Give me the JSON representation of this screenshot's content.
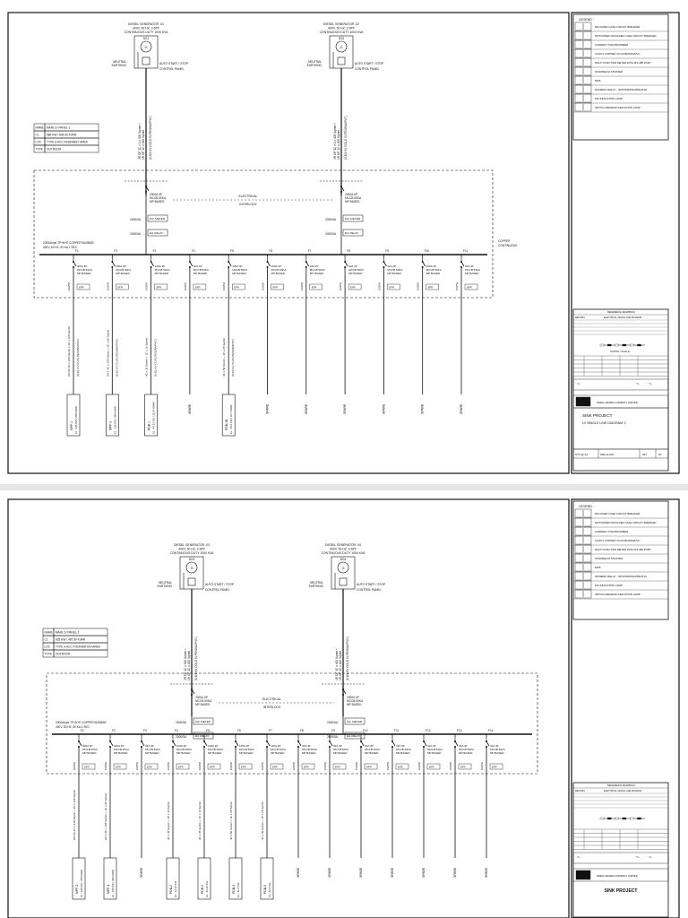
{
  "sheet1": {
    "gen1": {
      "tag": "DG1",
      "title": "DIESEL GENERATOR -01",
      "spec1": "400V, 50 HZ, 3-6PF",
      "spec2": "CONTINUOUS DUTY 1000 KVA",
      "neutral": "NEUTRAL",
      "earthing": "EARTHING",
      "ctrl1": "AUTO START / STOP",
      "ctrl2": "CONTROL PANEL",
      "cable1": "4R OF 1C x 1 x 400 Sqmm +",
      "cable2": "1R OF 1C x 400 Sqmm",
      "cable3": "(0.6/1 KV COLD XLPE/SWA/PVC)"
    },
    "gen2": {
      "tag": "DG2",
      "title": "DIESEL GENERATOR -02",
      "spec1": "400V, 50 HZ, 3-6PF",
      "spec2": "CONTINUOUS DUTY 1000 KVA",
      "neutral": "NEUTRAL",
      "earthing": "EARTHING",
      "ctrl1": "AUTO START / STOP",
      "ctrl2": "CONTROL PANEL",
      "cable1": "4R OF 1C x 1 x 400 Sqmm +",
      "cable2": "1R OF 1C x 400 Sqmm",
      "cable3": "(0.6/1 KV COLD XLPE/SWA/PVC)"
    },
    "info": [
      [
        "NAME",
        "MAIN LV PANEL-1"
      ],
      [
        "CL",
        "586 KW / 806.50 KVAR"
      ],
      [
        "LOC",
        "TYPE & ACC ASSEMBLY AREA"
      ],
      [
        "TYPE",
        "OUTDOOR"
      ]
    ],
    "incomer": "2000A 4P MCCB 50KA MP BASED",
    "interlock1": "ELECTRICAL",
    "interlock2": "INTERLOCK",
    "ct": "2000/5A",
    "meter": "M.F METER",
    "relay": "E/L RELAY",
    "busbar1": "2000Amps TP+N+E COPPER BUSBAR",
    "busbar2": "400V, 50 HZ, 50 KA 1 SEC",
    "busbar_right1": "COPPER",
    "busbar_right2": "CONTINUOUS",
    "feeders": [
      {
        "id": "F1",
        "rating": "400A 4P",
        "mccb": "MCCB 50KA",
        "mp": "MP BASED",
        "cable": "2R OF 4C x 240 Sqmm + 1C x 120 Sqmm",
        "cable_spec": "(0.6/1 KV CU/XLPE/SWA/PVC)",
        "load": "MPP-1",
        "load2": "CL : 345 KW / 258 KVAR"
      },
      {
        "id": "F2",
        "rating": "400A 4P",
        "mccb": "MCCB 50KA",
        "mp": "MP BASED",
        "cable": "2R X 4C x 185 Sqmm + 1C x 95 Sqmm",
        "cable_spec": "(0.6/1 KV CU/XLPE/SWA/PVC)",
        "load": "MPP-2",
        "load2": "CL : 240 KW / 180 KVAR"
      },
      {
        "id": "F3",
        "rating": "100A 4P",
        "mccb": "MCCB 50KA",
        "mp": "MP BASED",
        "cable": "4C x 35 Sqmm + 1C x 16 Sqmm",
        "cable_spec": "(0.6/1 KV CU/XLPE/SWA/PVC)",
        "load": "PDB-1",
        "load2": "CL : 44.32 KW / 31.97 KVAR"
      },
      {
        "id": "F4",
        "rating": "40A 4P",
        "mccb": "MCCB 50KA",
        "mp": "MP BASED",
        "cable": "",
        "cable_spec": "",
        "load": "SPARE",
        "load2": ""
      },
      {
        "id": "F5",
        "rating": "125A 4P",
        "mccb": "MCCB 50KA",
        "mp": "MP BASED",
        "cable": "4C x 50 Sqmm + 1C x 25 Sqmm",
        "cable_spec": "(0.6/1 KV CU/XLPE/SWA/PVC)",
        "load": "PDB-1B",
        "load2": "CL : 56.6 KW / 41.7 KVAR"
      },
      {
        "id": "F6",
        "rating": "160A 4P",
        "mccb": "MCCB 50KA",
        "mp": "MP BASED",
        "cable": "",
        "cable_spec": "",
        "load": "SPARE",
        "load2": ""
      },
      {
        "id": "F7",
        "rating": "32A 4P",
        "mccb": "MCCB 50KA",
        "mp": "MP BASED",
        "cable": "",
        "cable_spec": "",
        "load": "SPARE",
        "load2": ""
      },
      {
        "id": "F8",
        "rating": "32A 4P",
        "mccb": "MCCB 50KA",
        "mp": "MP BASED",
        "cable": "",
        "cable_spec": "",
        "load": "SPARE",
        "load2": ""
      },
      {
        "id": "F9",
        "rating": "32A 4P",
        "mccb": "MCCB 50KA",
        "mp": "MP BASED",
        "cable": "",
        "cable_spec": "",
        "load": "SPARE",
        "load2": ""
      },
      {
        "id": "F10",
        "rating": "160A 4P",
        "mccb": "MCCB 50KA",
        "mp": "MP BASED",
        "cable": "",
        "cable_spec": "",
        "load": "SPARE",
        "load2": ""
      },
      {
        "id": "F11",
        "rating": "32A 4P",
        "mccb": "MCCB 50KA",
        "mp": "MP BASED",
        "cable": "",
        "cable_spec": "",
        "load": "SPARE",
        "load2": ""
      }
    ],
    "relay_box": "EFR",
    "title_block": {
      "company": "DEWS",
      "company_full": "DREIC ARABIA COMPANY LIMITED",
      "project": "SINK PROJECT",
      "drawing": "LV SINGLE LINE DIAGRAM '1'",
      "scale": "NTS @ A1",
      "dwg_no": "SRC-E-001",
      "sheet": "001",
      "rev": "00",
      "north": "NORTH / SCALE"
    }
  },
  "sheet2": {
    "gen1": {
      "tag": "DG3",
      "title": "DIESEL GENERATOR -03",
      "spec1": "400V, 50 HZ, 3-6PF",
      "spec2": "CONTINUOUS DUTY 1000 KVA",
      "neutral": "NEUTRAL",
      "earthing": "EARTHING",
      "ctrl1": "AUTO START / STOP",
      "ctrl2": "CONTROL PANEL",
      "cable1": "4R OF 1C x 400 Sqmm +",
      "cable2": "1R OF 1C x 400 Sqmm",
      "cable3": "(0.6/1 KV COLD XLPE/SWA/PVC)"
    },
    "gen2": {
      "tag": "DG4",
      "title": "DIESEL GENERATOR -04",
      "spec1": "400V, 50 HZ, 3-6PF",
      "spec2": "CONTINUOUS DUTY 1000 KVA",
      "neutral": "NEUTRAL",
      "earthing": "EARTHING",
      "ctrl1": "AUTO START / STOP",
      "ctrl2": "CONTROL PANEL",
      "cable1": "4R OF 1C x 400 Sqmm +",
      "cable2": "1R OF 1C x 400 Sqmm",
      "cable3": "(0.6/1 KV COLD XLPE/SWA/PVC)"
    },
    "info": [
      [
        "NAME",
        "MAIN LV PANEL-2"
      ],
      [
        "CL",
        "625 KW / 487.50 KVAR"
      ],
      [
        "LOC",
        "TYPE & ACC FOUNDATION AREA"
      ],
      [
        "TYPE",
        "OUTDOOR"
      ]
    ],
    "incomer": "2000A 4P MCCB 50KA MP BASED",
    "interlock1": "ELECTRICAL",
    "interlock2": "INTERLOCK",
    "ct": "2000/5A",
    "meter": "M.F METER",
    "relay": "E/L RELAY",
    "busbar1": "2000Amps TP+N+E COPPER BUSBAR",
    "busbar2": "400V, 50 HZ, 50 KA 1 SEC",
    "feeders": [
      {
        "id": "F1",
        "rating": "400A 4P",
        "load": "MPP-3",
        "load2": "CL : 345 KW / 258 KVAR",
        "cable": "2R OF 4C x 240 Sqmm + 1C x 120 Sqmm"
      },
      {
        "id": "F2",
        "rating": "400A 4P",
        "load": "MPP-4",
        "load2": "CL : 240 KW / 180 KVAR",
        "cable": "2R X 4C x 185 Sqmm + 1C x 95 Sqmm"
      },
      {
        "id": "F3",
        "rating": "32A 4P",
        "load": "SPARE",
        "load2": "",
        "cable": ""
      },
      {
        "id": "F4",
        "rating": "100A 4P",
        "load": "PDB-2",
        "load2": "CL : 44.32 KW",
        "cable": "4C x 35 Sqmm + 1C x 16 Sqmm"
      },
      {
        "id": "F5",
        "rating": "100A 4P",
        "load": "PDB-3",
        "load2": "CL : 44.32 KW",
        "cable": "4C x 35 Sqmm + 1C x 16 Sqmm"
      },
      {
        "id": "F6",
        "rating": "125A 4P",
        "load": "PDB-4",
        "load2": "CL : 56.6 KW",
        "cable": "4C x 50 Sqmm + 1C x 25 Sqmm"
      },
      {
        "id": "F7",
        "rating": "125A 4P",
        "load": "PDB-5",
        "load2": "CL : 56.6 KW",
        "cable": "4C x 50 Sqmm + 1C x 25 Sqmm"
      },
      {
        "id": "F8",
        "rating": "32A 4P",
        "load": "SPARE",
        "load2": "",
        "cable": ""
      },
      {
        "id": "F9",
        "rating": "32A 4P",
        "load": "SPARE",
        "load2": "",
        "cable": ""
      },
      {
        "id": "F10",
        "rating": "32A 4P",
        "load": "SPARE",
        "load2": "",
        "cable": ""
      },
      {
        "id": "F11",
        "rating": "32A 4P",
        "load": "SPARE",
        "load2": "",
        "cable": ""
      },
      {
        "id": "F12",
        "rating": "32A 4P",
        "load": "SPARE",
        "load2": "",
        "cable": ""
      },
      {
        "id": "F13",
        "rating": "32A 4P",
        "load": "SPARE",
        "load2": "",
        "cable": ""
      },
      {
        "id": "F14",
        "rating": "32A 4P",
        "load": "SPARE",
        "load2": "",
        "cable": ""
      }
    ],
    "title_block": {
      "company": "DEWS",
      "company_full": "DREIC ARABIA COMPANY LIMITED",
      "project": "SINK PROJECT"
    }
  },
  "legend": {
    "title": "LEGEND :",
    "items": [
      "MOULDED CASE CIRCUIT BREAKER",
      "MOTORISED MOULDED CASE CIRCUIT BREAKER",
      "CURRENT TRANSFORMER",
      "0.6/1KV COPPER CU/XLPE/SWA/PVC",
      "MULTI FUNCTION METER WITH RS-485 PORT",
      "STAR/DELTA STRATER",
      "MCB",
      "NUMERIC RELAY - 50/51/50N/51N/50G/51G",
      "PHI INDICATION LAMP",
      "SWITCH DEMAND INDICATION LAMP"
    ],
    "symbols": [
      "MF",
      "S/D",
      "RELAY"
    ]
  },
  "ref": {
    "title": "REFERENCE DRAWINGS",
    "col1": "REF.DWG",
    "col2": "ELECTRICAL SINGLE LINE DIAGRAM"
  }
}
